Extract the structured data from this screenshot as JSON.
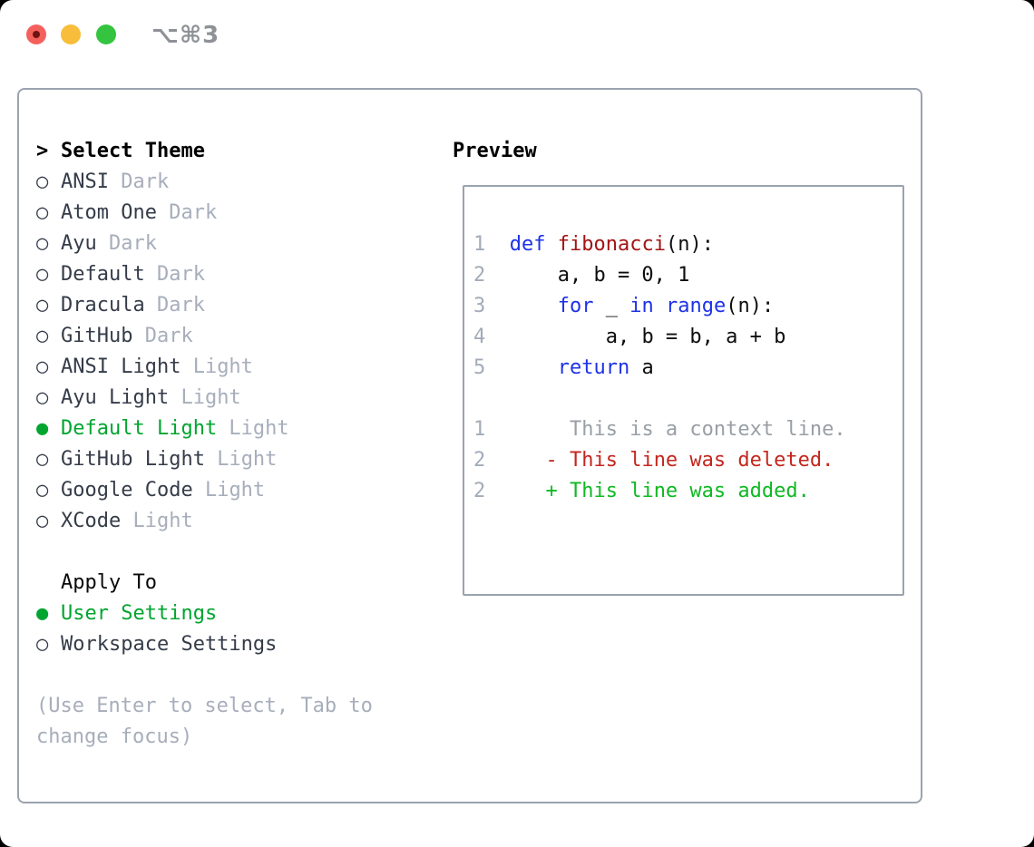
{
  "window": {
    "shortcut": "⌥⌘3",
    "traffic_lights": [
      {
        "name": "close",
        "color": "#f4605c"
      },
      {
        "name": "minimize",
        "color": "#f7bd3b"
      },
      {
        "name": "zoom",
        "color": "#35c43f"
      }
    ]
  },
  "glyphs": {
    "selected_bullet": "●",
    "unselected_bullet": "○",
    "focus_prefix": ">"
  },
  "theme_panel": {
    "title": "Select Theme",
    "themes": [
      {
        "name": "ANSI",
        "variant": "Dark",
        "selected": false
      },
      {
        "name": "Atom One",
        "variant": "Dark",
        "selected": false
      },
      {
        "name": "Ayu",
        "variant": "Dark",
        "selected": false
      },
      {
        "name": "Default",
        "variant": "Dark",
        "selected": false
      },
      {
        "name": "Dracula",
        "variant": "Dark",
        "selected": false
      },
      {
        "name": "GitHub",
        "variant": "Dark",
        "selected": false
      },
      {
        "name": "ANSI Light",
        "variant": "Light",
        "selected": false
      },
      {
        "name": "Ayu Light",
        "variant": "Light",
        "selected": false
      },
      {
        "name": "Default Light",
        "variant": "Light",
        "selected": true
      },
      {
        "name": "GitHub Light",
        "variant": "Light",
        "selected": false
      },
      {
        "name": "Google Code",
        "variant": "Light",
        "selected": false
      },
      {
        "name": "XCode",
        "variant": "Light",
        "selected": false
      }
    ],
    "apply_to": {
      "title": "Apply To",
      "options": [
        {
          "name": "User Settings",
          "selected": true
        },
        {
          "name": "Workspace Settings",
          "selected": false
        }
      ]
    },
    "help_lines": [
      "(Use Enter to select, Tab to",
      "change focus)"
    ]
  },
  "preview": {
    "title": "Preview",
    "lines": [
      [
        {
          "t": "1  ",
          "c": "num"
        },
        {
          "t": "def",
          "c": "kw"
        },
        {
          "t": " ",
          "c": "plain"
        },
        {
          "t": "fibonacci",
          "c": "fn"
        },
        {
          "t": "(n):",
          "c": "plain"
        }
      ],
      [
        {
          "t": "2      ",
          "c": "num"
        },
        {
          "t": "a, b = 0, 1",
          "c": "plain"
        }
      ],
      [
        {
          "t": "3      ",
          "c": "num"
        },
        {
          "t": "for",
          "c": "kw"
        },
        {
          "t": " _ ",
          "c": "plain"
        },
        {
          "t": "in",
          "c": "kw"
        },
        {
          "t": " ",
          "c": "plain"
        },
        {
          "t": "range",
          "c": "kw"
        },
        {
          "t": "(n):",
          "c": "plain"
        }
      ],
      [
        {
          "t": "4          ",
          "c": "num"
        },
        {
          "t": "a, b = b, a + b",
          "c": "plain"
        }
      ],
      [
        {
          "t": "5      ",
          "c": "num"
        },
        {
          "t": "return",
          "c": "kw"
        },
        {
          "t": " a",
          "c": "plain"
        }
      ],
      [],
      [
        {
          "t": "1       ",
          "c": "num"
        },
        {
          "t": "This is a context line.",
          "c": "ctx"
        }
      ],
      [
        {
          "t": "2     ",
          "c": "num"
        },
        {
          "t": "- This line was deleted.",
          "c": "del"
        }
      ],
      [
        {
          "t": "2     ",
          "c": "num"
        },
        {
          "t": "+ This line was added.",
          "c": "add"
        }
      ]
    ]
  },
  "colors": {
    "panel_border": "#9aa3ae",
    "theme_name": "#353c49",
    "muted_gray": "#a7aebb",
    "selected_green": "#00a52f",
    "keyword_blue": "#1e32e6",
    "function_red": "#a31515",
    "diff_deleted_red": "#c3271d",
    "diff_added_green": "#10b823",
    "line_number_gray": "#a3abb8",
    "context_gray": "#999fa6"
  }
}
